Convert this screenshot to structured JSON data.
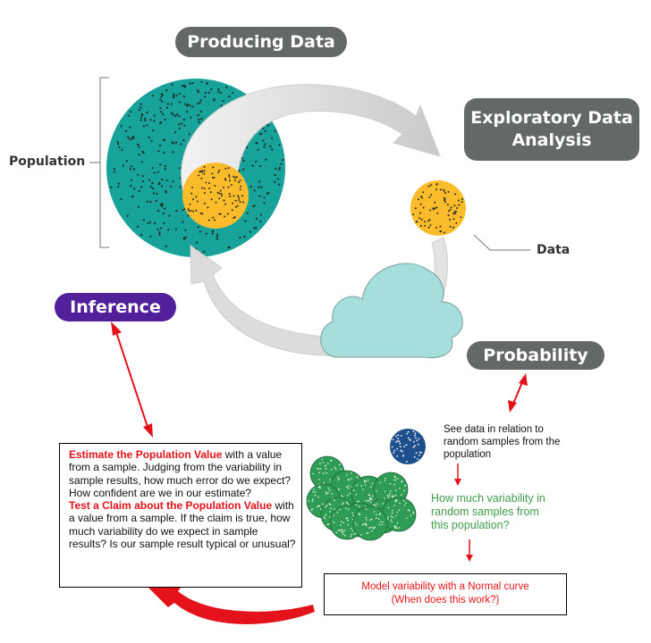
{
  "labels": {
    "producing_data": "Producing Data",
    "eda_line1": "Exploratory Data",
    "eda_line2": "Analysis",
    "population": "Population",
    "data": "Data",
    "inference": "Inference",
    "probability": "Probability"
  },
  "inference_box": {
    "estimate_heading": "Estimate the Population Value",
    "estimate_body": " with a value from a sample. Judging from the variability in sample results, how much error do we expect? How confident are we in our estimate?",
    "test_heading": "Test a Claim about the Population Value",
    "test_body": " with a value from a sample. If the claim is true, how much variability do we expect in sample results? Is our sample result typical or unusual?"
  },
  "probability_steps": {
    "see_data_line1": "See data in relation to",
    "see_data_line2": "random samples from the",
    "see_data_line3": "population",
    "variability_line1": "How much variability in",
    "variability_line2": "random  samples from",
    "variability_line3": "this population?",
    "model_line1": "Model variability with a Normal curve",
    "model_line2": "(When does this work?)"
  },
  "colors": {
    "population_teal": "#18a39a",
    "sample_orange": "#fbbc2c",
    "cloud_blue": "#a6dedc",
    "sample_green": "#2e9c54",
    "navy_sample": "#1f4e8c",
    "pill_gray": "#646867",
    "inference_purple": "#51209a",
    "arrow_red": "#e4131b",
    "text_green": "#3f9a4c"
  }
}
